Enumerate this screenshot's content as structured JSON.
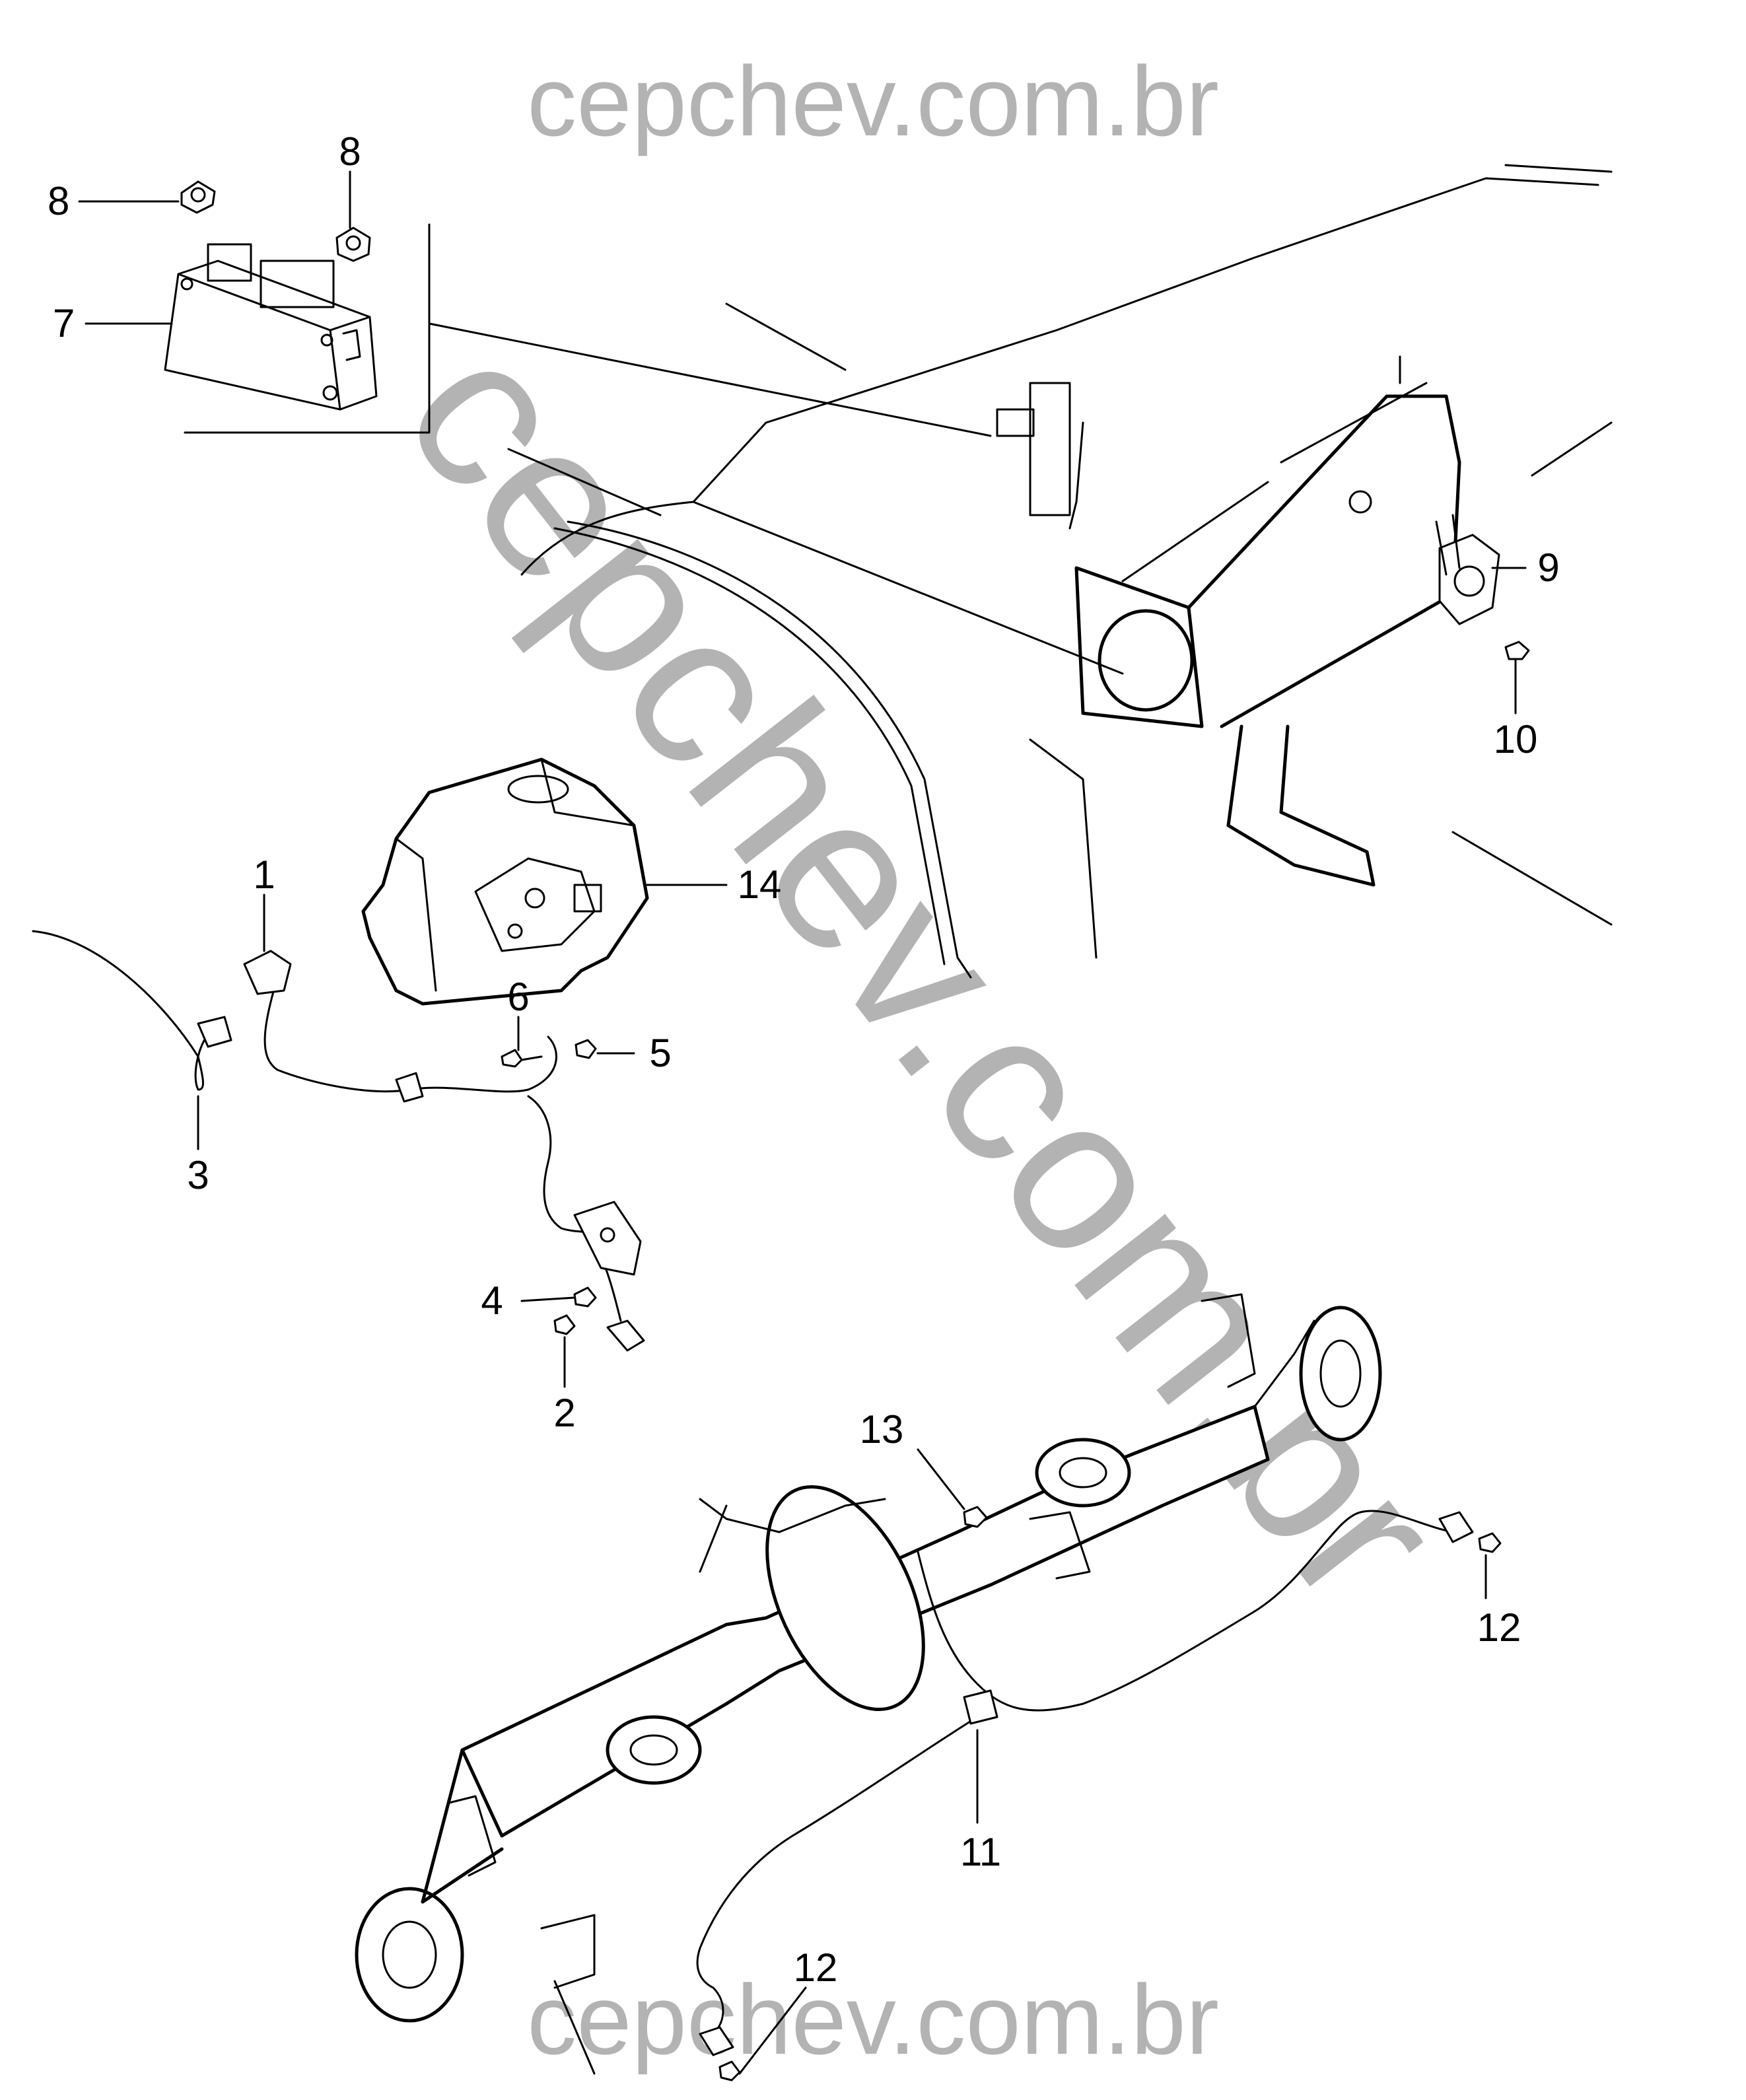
{
  "watermark": {
    "top": "cepchev.com.br",
    "diagonal": "cepchev.com.br",
    "bottom": "cepchev.com.br",
    "color": "#b3b3b3"
  },
  "callouts": [
    {
      "id": "c1",
      "label": "1"
    },
    {
      "id": "c2",
      "label": "2"
    },
    {
      "id": "c3",
      "label": "3"
    },
    {
      "id": "c4",
      "label": "4"
    },
    {
      "id": "c5",
      "label": "5"
    },
    {
      "id": "c6",
      "label": "6"
    },
    {
      "id": "c7",
      "label": "7"
    },
    {
      "id": "c8a",
      "label": "8"
    },
    {
      "id": "c8b",
      "label": "8"
    },
    {
      "id": "c9",
      "label": "9"
    },
    {
      "id": "c10",
      "label": "10"
    },
    {
      "id": "c11",
      "label": "11"
    },
    {
      "id": "c12a",
      "label": "12"
    },
    {
      "id": "c12b",
      "label": "12"
    },
    {
      "id": "c13",
      "label": "13"
    },
    {
      "id": "c14",
      "label": "14"
    }
  ]
}
